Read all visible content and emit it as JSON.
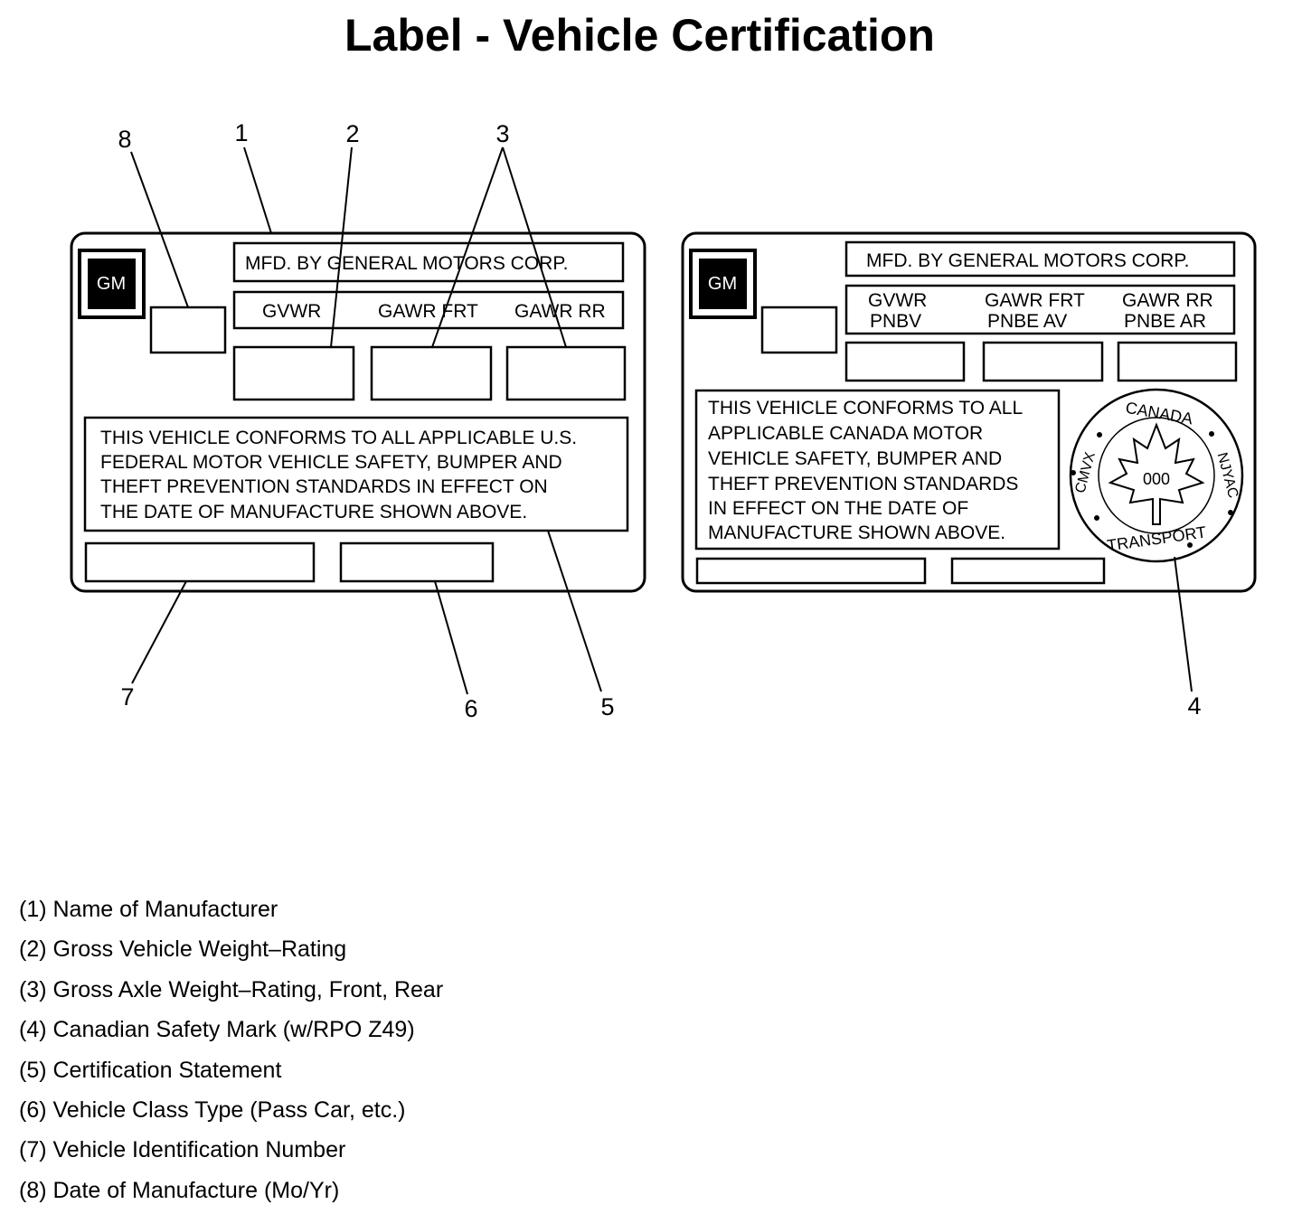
{
  "title": "Label - Vehicle Certification",
  "us_label": {
    "logo": "GM",
    "manufacturer": "MFD. BY GENERAL MOTORS CORP.",
    "ratings": [
      "GVWR",
      "GAWR FRT",
      "GAWR RR"
    ],
    "statement": [
      "THIS VEHICLE CONFORMS TO ALL APPLICABLE U.S.",
      "FEDERAL MOTOR VEHICLE SAFETY, BUMPER AND",
      "THEFT PREVENTION STANDARDS IN EFFECT ON",
      "THE DATE OF MANUFACTURE SHOWN ABOVE."
    ]
  },
  "canada_label": {
    "logo": "GM",
    "manufacturer": "MFD. BY GENERAL MOTORS CORP.",
    "ratings": [
      {
        "en": "GVWR",
        "fr": "PNBV"
      },
      {
        "en": "GAWR FRT",
        "fr": "PNBE AV"
      },
      {
        "en": "GAWR RR",
        "fr": "PNBE AR"
      }
    ],
    "statement": [
      "THIS VEHICLE CONFORMS TO ALL",
      "APPLICABLE CANADA MOTOR",
      "VEHICLE SAFETY, BUMPER AND",
      "THEFT PREVENTION STANDARDS",
      "IN EFFECT ON THE DATE OF",
      "MANUFACTURE SHOWN ABOVE."
    ],
    "seal": {
      "top": "CANADA",
      "left": "CMVX",
      "right": "NJYAC",
      "bottom": "TRANSPORT",
      "center": "000"
    }
  },
  "callouts": {
    "c1": "1",
    "c2": "2",
    "c3": "3",
    "c4": "4",
    "c5": "5",
    "c6": "6",
    "c7": "7",
    "c8": "8"
  },
  "legend": [
    "(1) Name of Manufacturer",
    "(2) Gross Vehicle Weight–Rating",
    "(3) Gross Axle Weight–Rating, Front, Rear",
    "(4) Canadian Safety Mark (w/RPO Z49)",
    "(5) Certification Statement",
    "(6) Vehicle Class Type (Pass Car, etc.)",
    "(7) Vehicle Identification Number",
    "(8) Date of Manufacture (Mo/Yr)"
  ]
}
